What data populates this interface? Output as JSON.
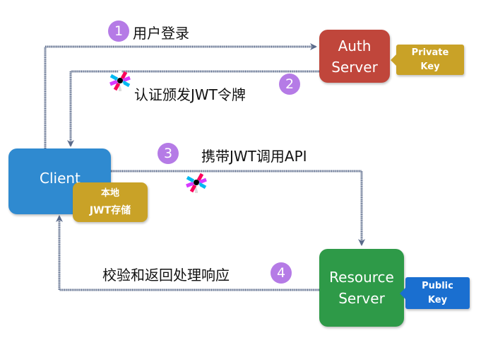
{
  "colors": {
    "auth": "#c0463b",
    "private_key": "#c9a227",
    "client": "#2f8ad0",
    "storage": "#c9a227",
    "resource": "#2e9a48",
    "public_key": "#1a6fd0",
    "step": "#b57be6",
    "line": "#5a6a8a"
  },
  "nodes": {
    "auth": {
      "line1": "Auth",
      "line2": "Server"
    },
    "private_key": {
      "line1": "Private",
      "line2": "Key"
    },
    "client": {
      "label": "Client"
    },
    "storage": {
      "line1": "本地",
      "line2": "JWT存储"
    },
    "resource": {
      "line1": "Resource",
      "line2": "Server"
    },
    "public_key": {
      "line1": "Public",
      "line2": "Key"
    }
  },
  "steps": [
    {
      "num": "1",
      "label": "用户登录"
    },
    {
      "num": "2",
      "label": "认证颁发JWT令牌"
    },
    {
      "num": "3",
      "label": "携带JWT调用API"
    },
    {
      "num": "4",
      "label": "校验和返回处理响应"
    }
  ],
  "icons": [
    "jwt-logo-icon",
    "jwt-logo-icon"
  ]
}
